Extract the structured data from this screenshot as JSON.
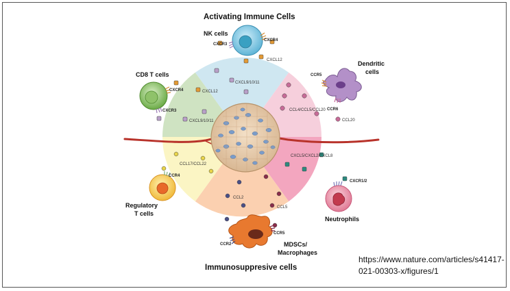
{
  "titles": {
    "top": "Activating Immune Cells",
    "bottom": "Immunosuppresive cells"
  },
  "cells": {
    "nk": "NK cells",
    "cd8": "CD8 T cells",
    "dendritic_1": "Dendritic",
    "dendritic_2": "cells",
    "treg_1": "Regulatory",
    "treg_2": "T cells",
    "mdsc_1": "MDSCs/",
    "mdsc_2": "Macrophages",
    "neutrophils": "Neutrophils"
  },
  "receptors": {
    "nk_left": "CXCR3",
    "nk_right": "CXCR4",
    "cd8_top": "CXCR4",
    "cd8_bottom": "CXCR3",
    "dc_top": "CCR5",
    "dc_bottom": "CCR6",
    "treg": "CCR4",
    "mdsc_left": "CCR2",
    "mdsc_right": "CCR5",
    "neutro": "CXCR1/2"
  },
  "chemokines": {
    "nk_cxcl12": "CXCL12",
    "nk_cxcl9": "CXCL9/10/11",
    "cd8_cxcl12": "CXCL12",
    "cd8_cxcl9": "CXCL9/10/11",
    "dc_ccl4": "CCL4/CCL5/CCL20",
    "dc_ccl20": "CCL20",
    "treg_ccl17": "CCL17/CCL22",
    "neutro_cxcl": "CXCL5/CXCL2/CXCL8",
    "mdsc_ccl2": "CCL2",
    "mdsc_ccl5": "CCL5"
  },
  "source": {
    "url": "https://www.nature.com/articles/s41417-021-00303-x/figures/1"
  },
  "colors": {
    "sector_nk": "#cfe7f1",
    "sector_dc": "#f6cfdc",
    "sector_neutro": "#f3a6bf",
    "sector_mdsc": "#fbd0b0",
    "sector_treg": "#fbf5c4",
    "sector_cd8": "#cfe3c2",
    "vessel": "#b8322a"
  }
}
